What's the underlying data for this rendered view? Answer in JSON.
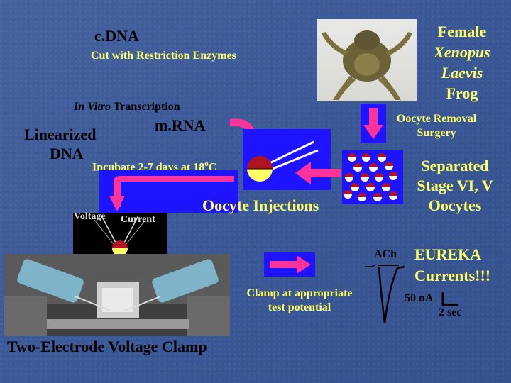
{
  "labels": {
    "cdna": "c.DNA",
    "cut": "Cut with Restriction Enzymes",
    "frog_line1": "Female",
    "frog_line2": "Xenopus",
    "frog_line3": "Laevis",
    "frog_line4": "Frog",
    "in_vitro": "In Vitro",
    "transcription": "Transcription",
    "mrna": "m.RNA",
    "linearized": "Linearized",
    "dna": "DNA",
    "oocyte_removal_1": "Oocyte Removal",
    "oocyte_removal_2": "Surgery",
    "incubate": "Incubate 2-7 days at 18",
    "incubate_deg": "o",
    "incubate_c": "C",
    "separated_1": "Separated",
    "separated_2": "Stage VI, V",
    "separated_3": "Oocytes",
    "injections": "Oocyte Injections",
    "voltage": "Voltage",
    "current": "Current",
    "ach": "ACh",
    "eureka_1": "EUREKA",
    "eureka_2": "Currents!!!",
    "clamp_1": "Clamp at appropriate",
    "clamp_2": "test potential",
    "scale_current": "50 nA",
    "scale_time": "2 sec",
    "tevc": "Two-Electrode Voltage Clamp"
  },
  "colors": {
    "text_yellow": "#ffff66",
    "arrow_pink": "#ff3399",
    "box_blue": "#1e14ff",
    "oocyte_red": "#b0141e",
    "oocyte_yellow": "#ffff66"
  }
}
